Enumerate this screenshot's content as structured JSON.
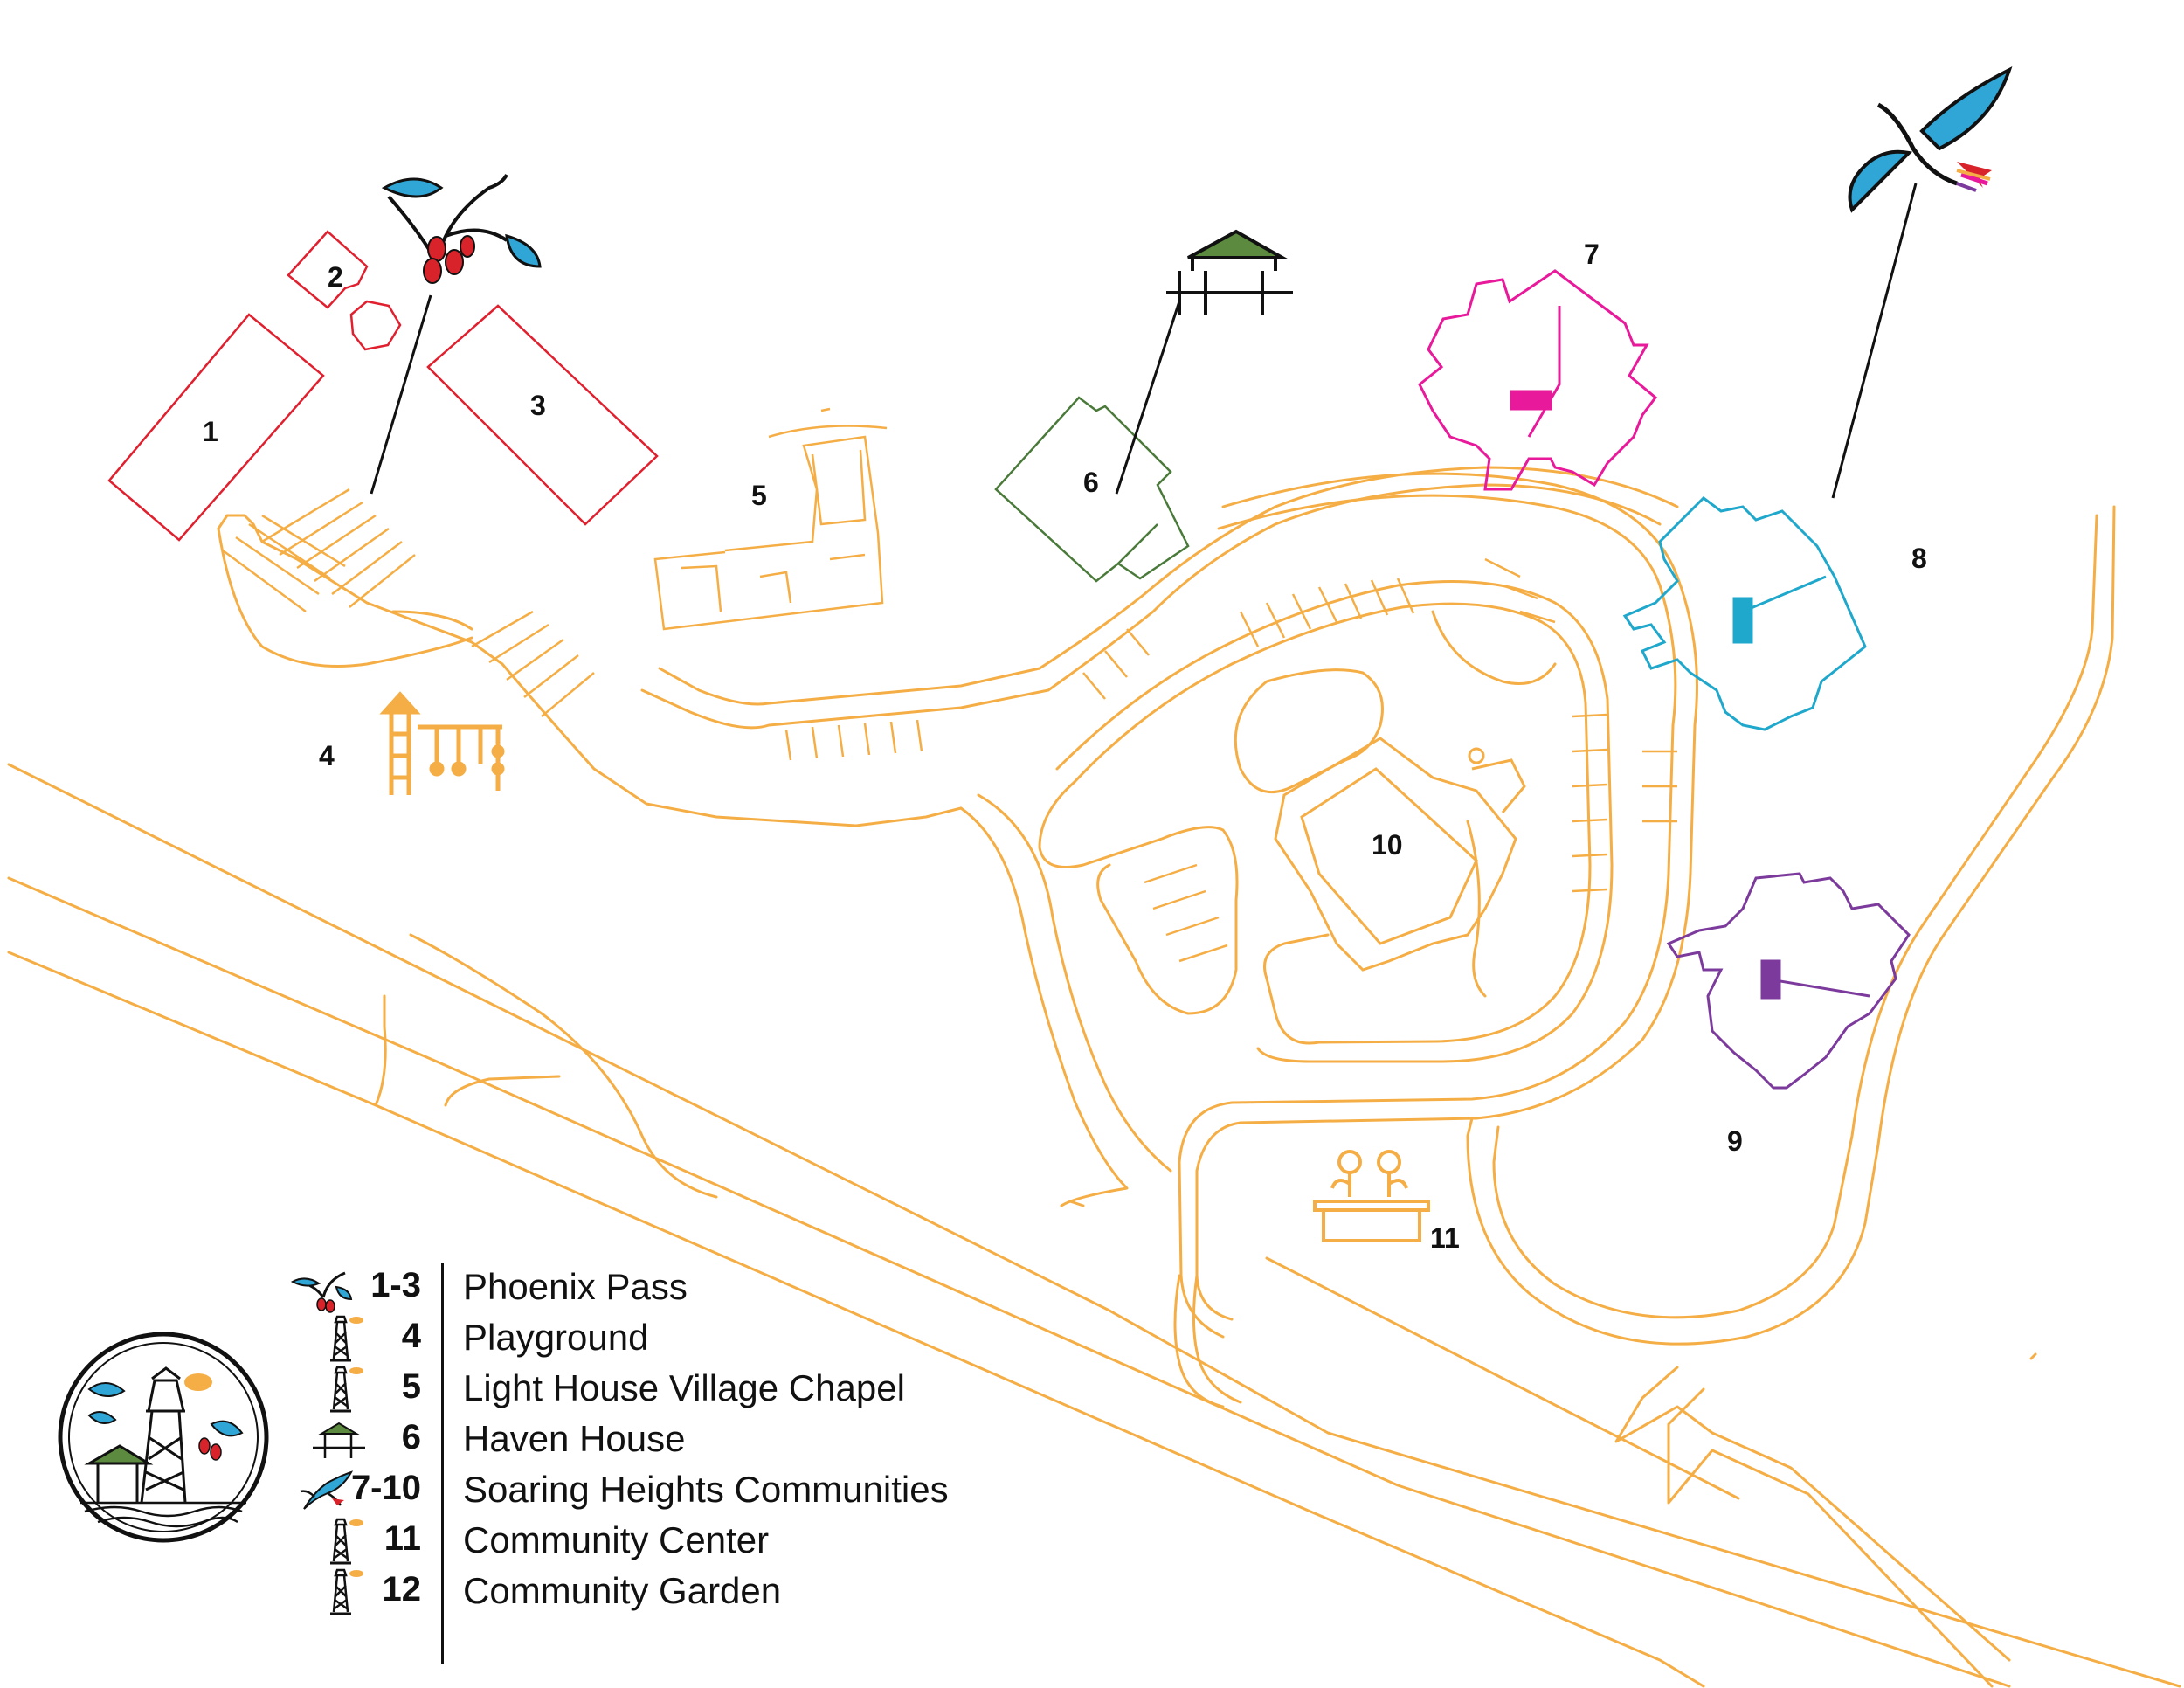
{
  "colors": {
    "road": "#f5ae45",
    "phoenix_pass": "#e0202e",
    "haven_house": "#4a7a3a",
    "building_7": "#e8199a",
    "building_8": "#1fa8cc",
    "building_9": "#7b3a9c",
    "ink": "#111111",
    "leaf_blue": "#2fa6d6",
    "pod_red": "#d8232a",
    "roof_green": "#5c8a3e"
  },
  "map": {
    "labels": [
      "1",
      "2",
      "3",
      "4",
      "5",
      "6",
      "7",
      "8",
      "9",
      "10",
      "11"
    ]
  },
  "legend": [
    {
      "num": "1-3",
      "name": "Phoenix Pass",
      "icon": "phoenix-plant-icon"
    },
    {
      "num": "4",
      "name": "Playground",
      "icon": "lighthouse-icon"
    },
    {
      "num": "5",
      "name": "Light House Village Chapel",
      "icon": "lighthouse-icon"
    },
    {
      "num": "6",
      "name": "Haven House",
      "icon": "pavilion-icon"
    },
    {
      "num": "7-10",
      "name": "Soaring Heights Communities",
      "icon": "bird-icon"
    },
    {
      "num": "11",
      "name": "Community Center",
      "icon": "lighthouse-icon"
    },
    {
      "num": "12",
      "name": "Community Garden",
      "icon": "lighthouse-icon"
    }
  ]
}
